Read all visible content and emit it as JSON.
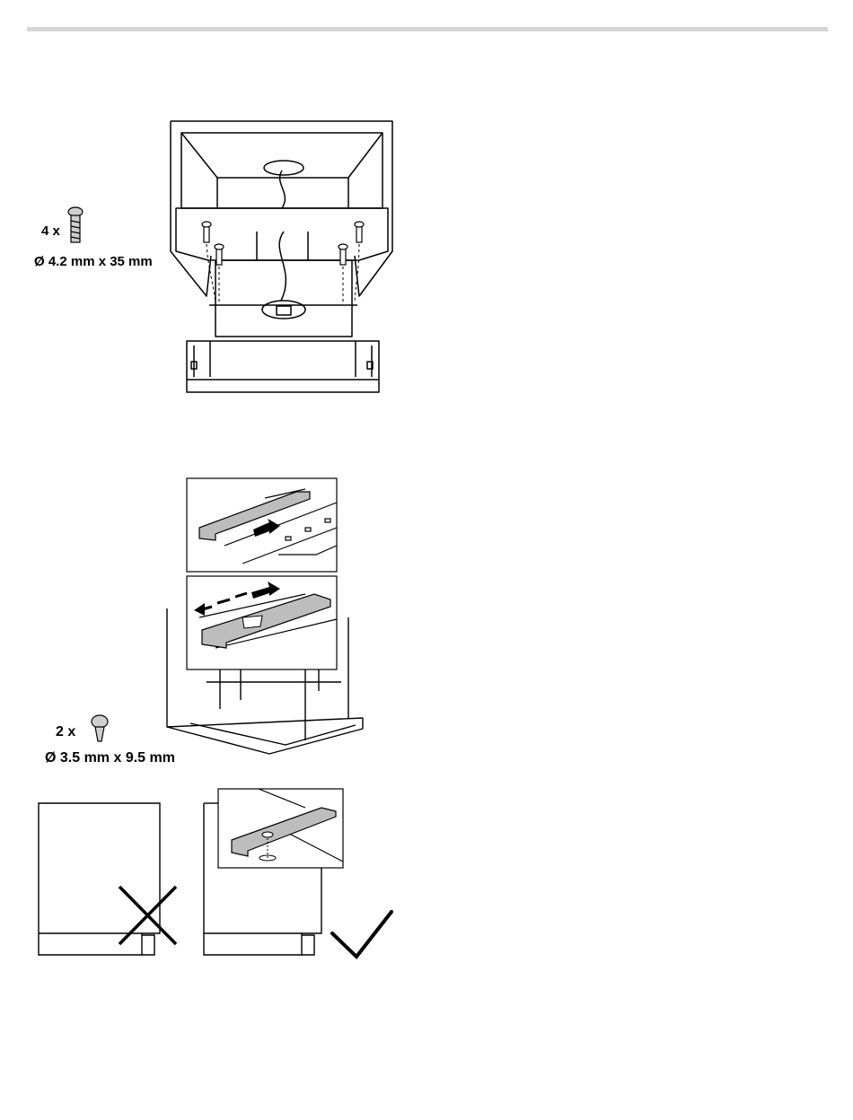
{
  "figure1": {
    "screw_count": "4 x",
    "screw_size": "Ø 4.2 mm x 35 mm",
    "icon": "long-screw-icon"
  },
  "figure2": {
    "screw_count": "2 x",
    "screw_size": "Ø 3.5 mm x 9.5 mm",
    "icon": "short-screw-icon"
  },
  "figure3": {
    "wrong_icon": "cross-icon",
    "right_icon": "check-icon"
  }
}
